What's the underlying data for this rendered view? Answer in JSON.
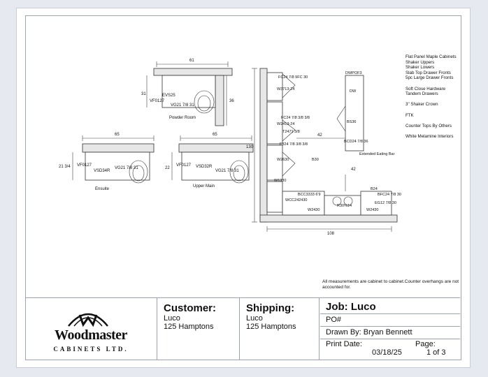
{
  "notes": [
    "Flat Panel Maple Cabinets",
    "Shaker Uppers",
    "Shaker Lowers",
    "Slab Top Drawer Fronts",
    "5pc Large Drawer Fronts",
    "",
    "Soft Close Hardware",
    "Tandem Drawers",
    "",
    "3\" Shaker Crown",
    "",
    "FTK",
    "",
    "Counter Tops By Others",
    "",
    "White Melamine Interiors"
  ],
  "powder_room": {
    "label": "Powder Room",
    "width": "61",
    "height_left": "31",
    "height_right": "36",
    "evs": "EVS25",
    "vf": "VF0127",
    "vg": "VG21 7/8 31"
  },
  "ensuite": {
    "label": "Ensuite",
    "width": "65",
    "height_left": "21 3/4",
    "vf": "VF0127",
    "vsd": "VSD34R",
    "vg": "VG21 7/8 31"
  },
  "upper_main": {
    "label": "Upper Main",
    "width": "65",
    "height_left": "22",
    "vf": "VF0127",
    "vsd": "VSD32R",
    "vg": "VG21 7/8 31"
  },
  "kitchen": {
    "height": "130",
    "width": "108",
    "mid_dim": "42",
    "island_dim": "42",
    "labels": {
      "fc1": "FC24 7/8 9FC 30",
      "w3713": "W3713-24",
      "fc2": "FC24 7/8 3/8 3/8",
      "w2413": "W2413-24",
      "t2471": "T2471 3/8",
      "f3": "F324 7/8 3/8 3/8",
      "w2630": "W2630",
      "b30": "B30",
      "w1330": "W1330",
      "bcc": "BCC3333 6'9",
      "wcc": "WCC242430",
      "r30": "R30%14",
      "w2430a": "W2430",
      "w2430b": "W2430",
      "b24": "B24",
      "bfc": "BFC24 7/8 30",
      "eg": "EG12 7/8 30",
      "dwpof": "DWPOF3",
      "dw": "DW",
      "bs36": "BS36",
      "bcd": "BCD24 7/8 36",
      "eating": "Extended Eating Bar"
    }
  },
  "disclaimer": "All measurements are cabinet to cabinet.Counter overhangs are not accounted for.",
  "logo": {
    "name": "Woodmaster",
    "sub": "CABINETS LTD."
  },
  "customer": {
    "heading": "Customer:",
    "name": "Luco",
    "address": "125 Hamptons"
  },
  "shipping": {
    "heading": "Shipping:",
    "name": "Luco",
    "address": "125 Hamptons"
  },
  "job": {
    "heading": "Job: Luco",
    "po": "PO#",
    "drawn_by": "Drawn By: Bryan Bennett",
    "print_date_label": "Print Date:",
    "print_date": "03/18/25",
    "page_label": "Page:",
    "page": "1 of 3"
  }
}
